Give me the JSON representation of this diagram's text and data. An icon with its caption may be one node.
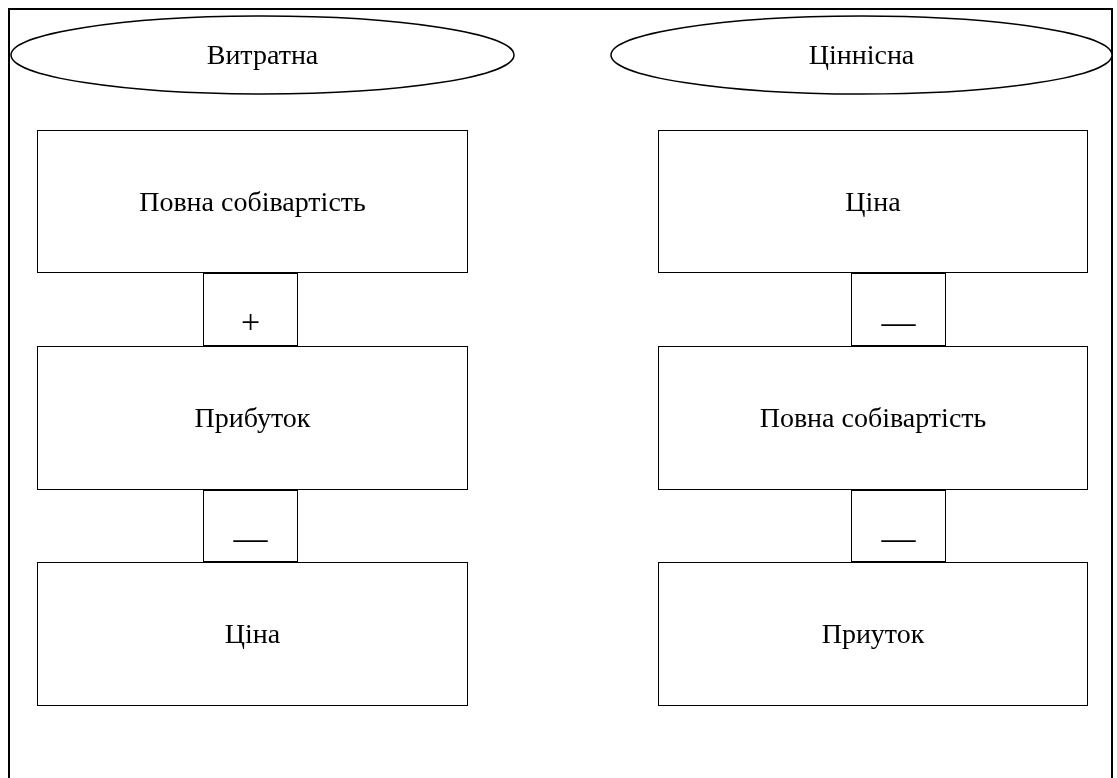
{
  "diagram": {
    "nodes": [
      {
        "text": [
          "Витратна"
        ]
      },
      {
        "text": [
          "Ціннісна"
        ]
      },
      {
        "text": [
          "Повна собівартість"
        ]
      },
      {
        "text": [
          "+"
        ]
      },
      {
        "text": [
          "Прибуток"
        ]
      },
      {
        "text": [
          "—"
        ]
      },
      {
        "text": [
          "Ціна"
        ]
      },
      {
        "text": [
          "Ціна"
        ]
      },
      {
        "text": [
          "—"
        ]
      },
      {
        "text": [
          "Повна собівартість"
        ]
      },
      {
        "text": [
          "—"
        ]
      },
      {
        "text": [
          "Приуток"
        ]
      }
    ]
  }
}
